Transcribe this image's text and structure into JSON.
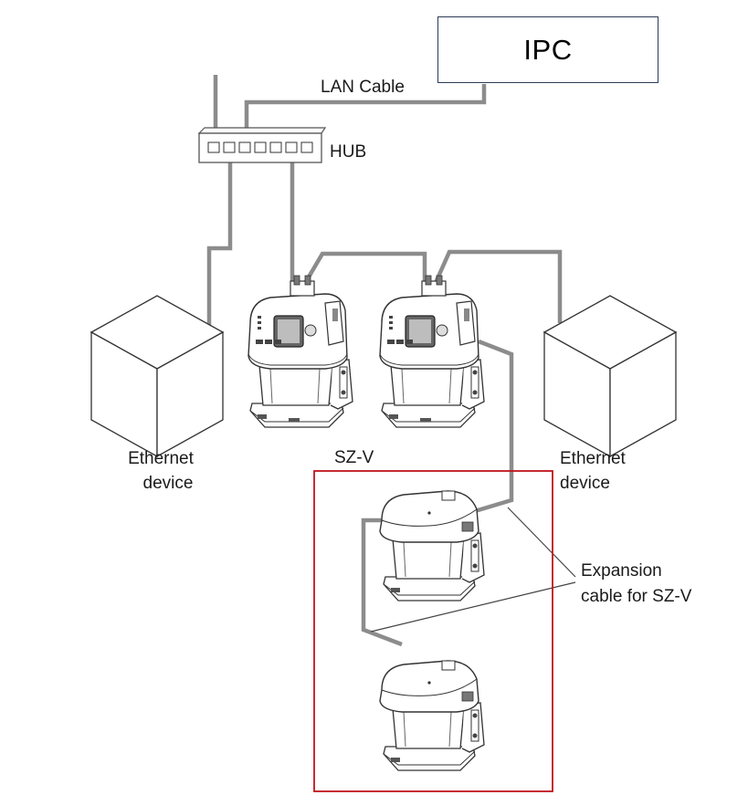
{
  "diagram": {
    "ipc_label": "IPC",
    "lan_cable_label": "LAN Cable",
    "hub_label": "HUB",
    "left_device_label": [
      "Ethernet",
      "device"
    ],
    "right_device_label": [
      "Ethernet",
      "device"
    ],
    "sensor_label": "SZ-V",
    "expansion_label": [
      "Expansion",
      "cable for SZ-V"
    ],
    "colors": {
      "cable": "#8c8c8c",
      "line": "#444444",
      "highlight_frame": "#c0141c",
      "ipc_border": "#2b3a55"
    },
    "icons": [
      "hub-icon",
      "ethernet-device-box",
      "sz-v-sensor",
      "expansion-unit"
    ]
  }
}
